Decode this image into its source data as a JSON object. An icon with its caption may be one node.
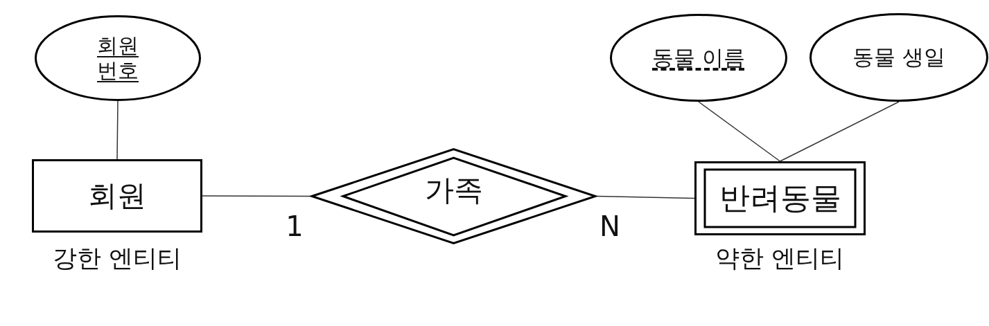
{
  "diagram": {
    "nodes": [
      {
        "text": [
          "회원 번호"
        ]
      },
      {
        "text": [
          "동물 이름"
        ]
      },
      {
        "text": [
          "동물 생일"
        ]
      },
      {
        "text": [
          "회원"
        ],
        "beside": [
          "강한 엔티티"
        ]
      },
      {
        "text": [
          "가족"
        ]
      },
      {
        "text": [
          "반려동물"
        ],
        "beside": [
          "약한 엔티티"
        ]
      }
    ],
    "edges": [
      {
        "from": 0,
        "to": 3,
        "arrow": "none"
      },
      {
        "from": 3,
        "to": 4,
        "arrow": "none",
        "label": "1"
      },
      {
        "from": 4,
        "to": 5,
        "arrow": "none",
        "label": "N"
      },
      {
        "from": 1,
        "to": 5,
        "arrow": "none"
      },
      {
        "from": 2,
        "to": 5,
        "arrow": "none"
      }
    ]
  }
}
